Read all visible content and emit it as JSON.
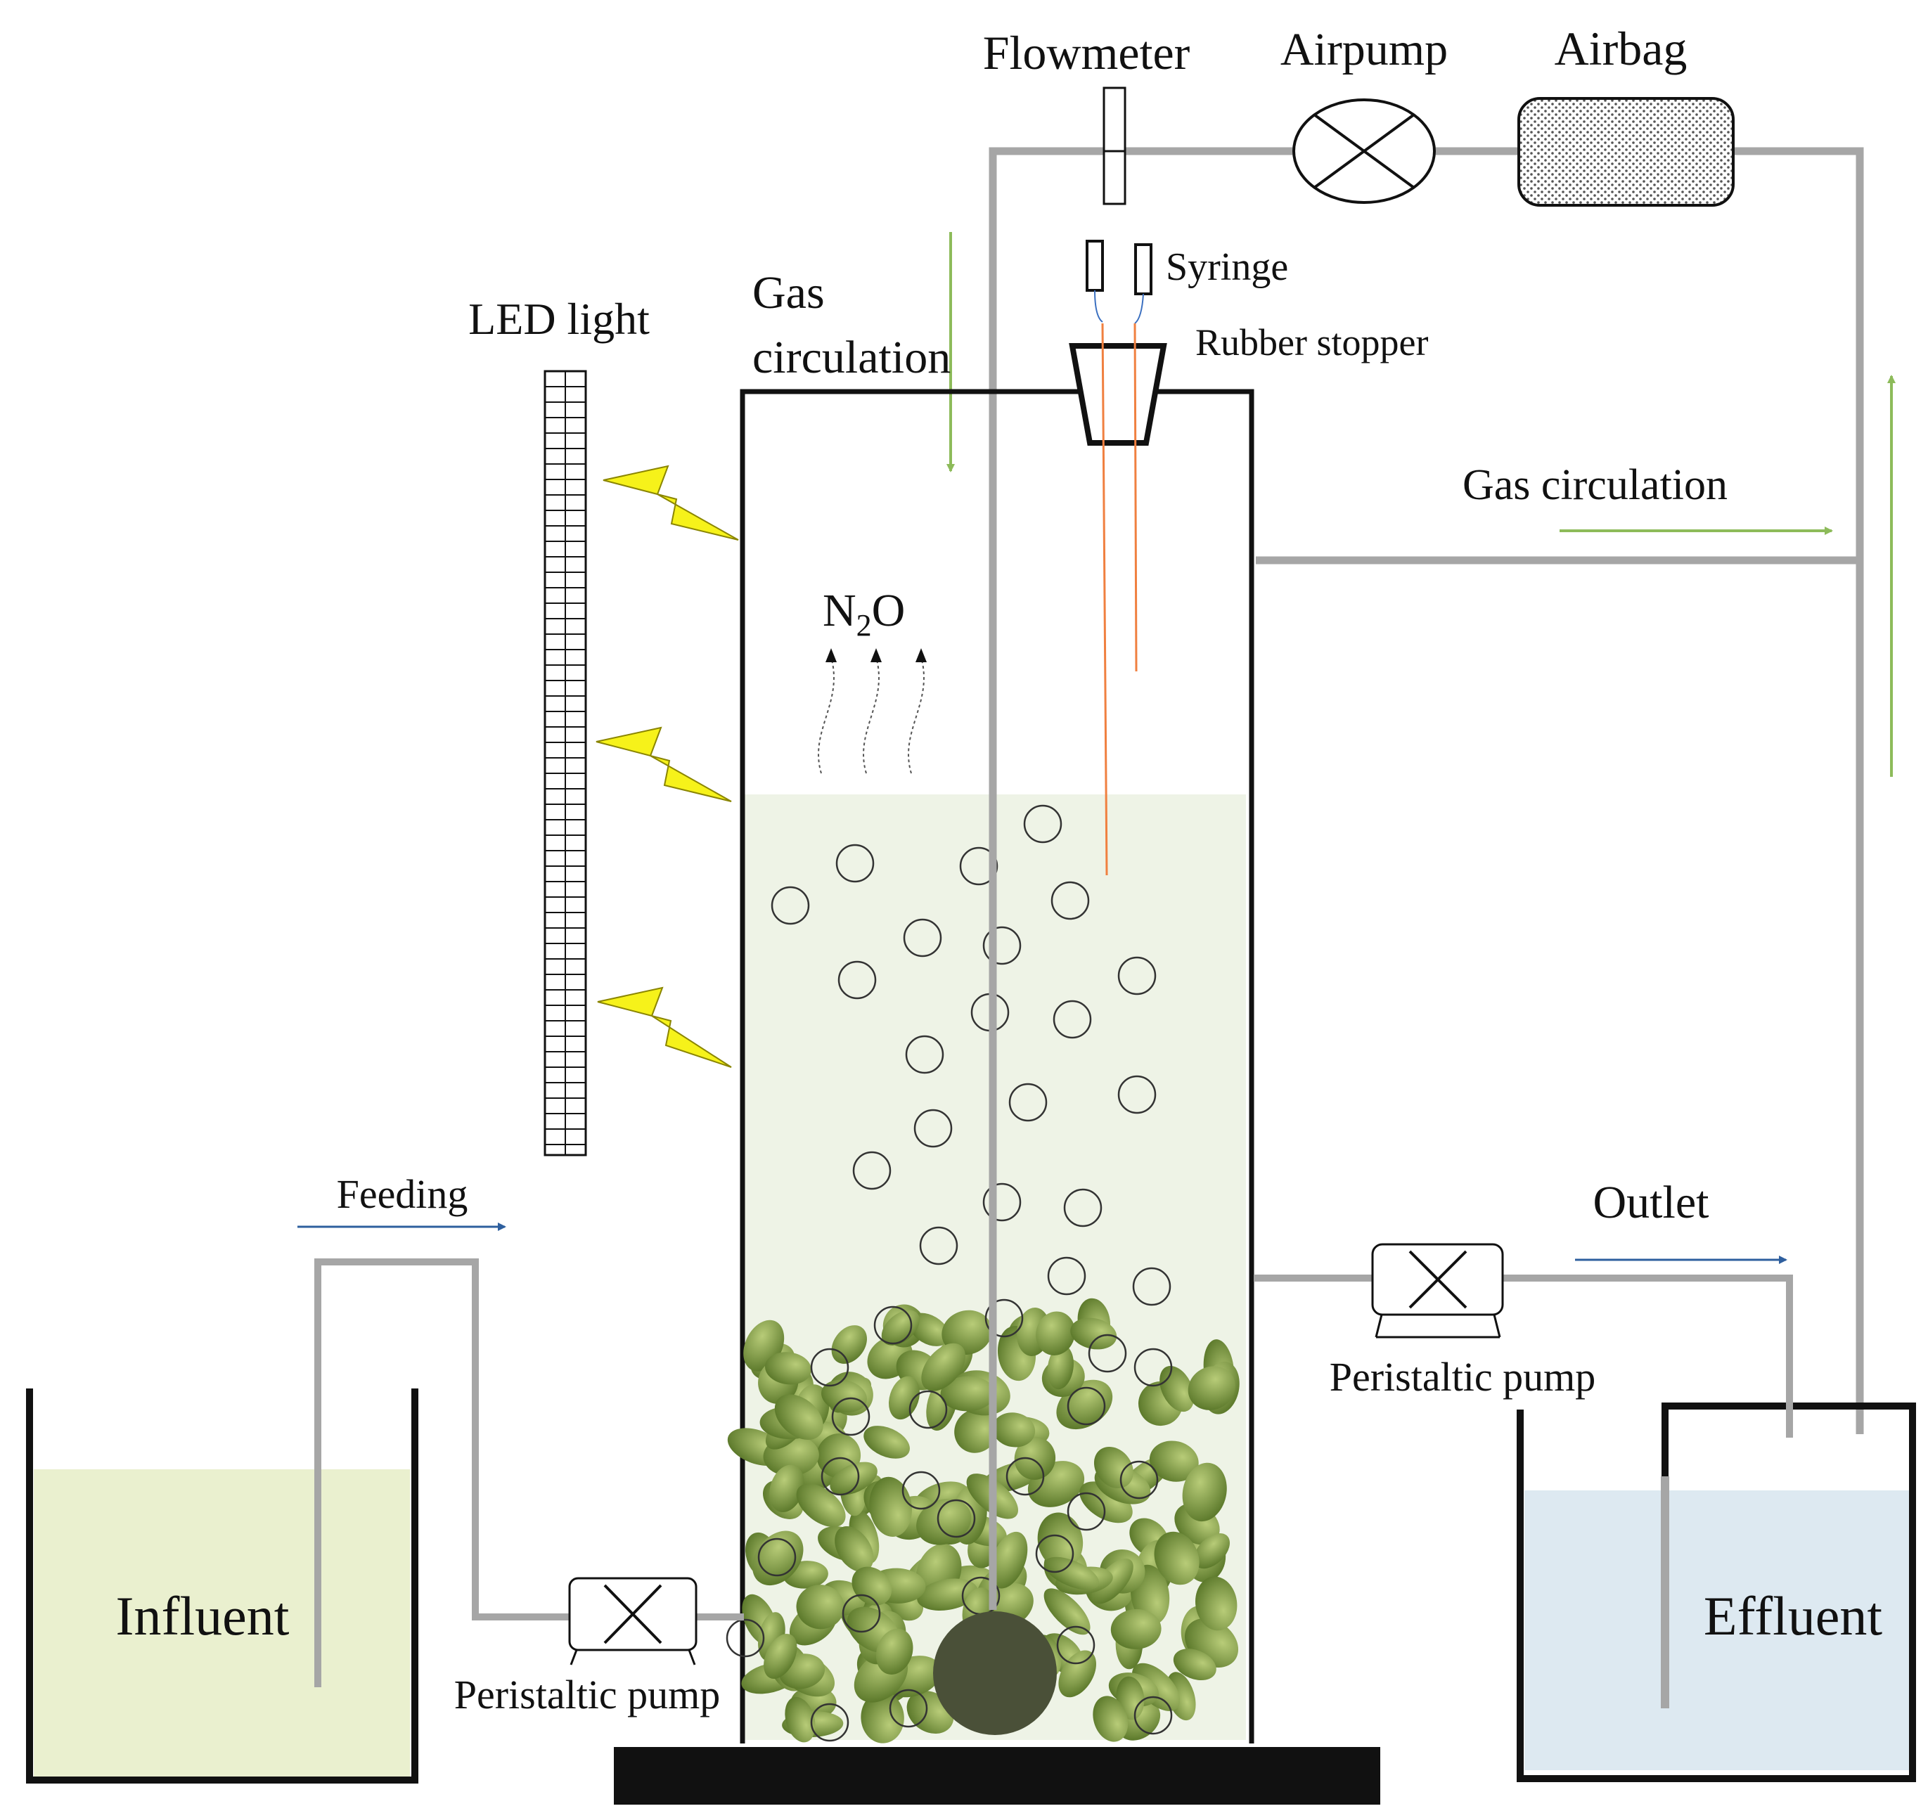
{
  "labels": {
    "flowmeter": "Flowmeter",
    "airpump": "Airpump",
    "airbag": "Airbag",
    "syringe": "Syringe",
    "rubber_stopper": "Rubber stopper",
    "led_light": "LED light",
    "gas_circulation_left_line1": "Gas",
    "gas_circulation_left_line2": "circulation",
    "gas_circulation_right": "Gas circulation",
    "n2o_main": "N",
    "n2o_sub": "2",
    "n2o_end": "O",
    "feeding": "Feeding",
    "outlet": "Outlet",
    "peristaltic_pump_left": "Peristaltic pump",
    "peristaltic_pump_right": "Peristaltic pump",
    "influent": "Influent",
    "effluent": "Effluent"
  },
  "colors": {
    "pipe": "#a6a6a6",
    "reactor_liquid": "#eef3e6",
    "influent_liquid": "#eaf0cf",
    "effluent_liquid": "#dde9f1",
    "granule": "#88a048",
    "granule_dark": "#5d7a2c",
    "flow_arrow_green": "#8dbb5a",
    "flow_arrow_blue": "#2e5f9e",
    "lightning": "#f6f21a",
    "probe": "#f08040",
    "diffuser": "#4a5038"
  }
}
